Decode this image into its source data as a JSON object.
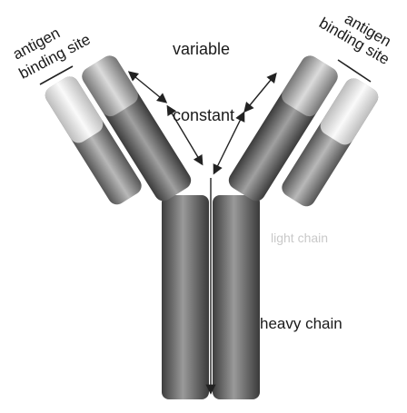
{
  "labels": {
    "antigen_left_1": "antigen",
    "antigen_left_2": "binding site",
    "antigen_right_1": "antigen",
    "antigen_right_2": "binding site",
    "variable": "variable",
    "constant": "constant",
    "light_chain": "light chain",
    "heavy_chain": "heavy chain"
  },
  "colors": {
    "tube_dark": "#3a3a3a",
    "tube_mid": "#7a7a7a",
    "tube_light": "#d8d8d8",
    "text": "#1a1a1a",
    "faint_text": "#c9c9c9"
  }
}
